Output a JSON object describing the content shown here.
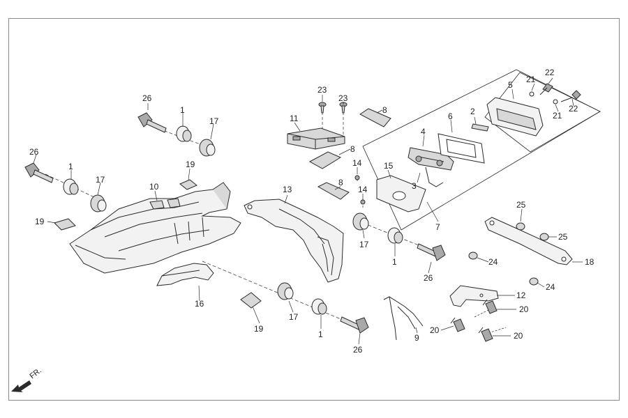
{
  "direction_label": "FR.",
  "callouts": [
    "26",
    "1",
    "17",
    "26",
    "1",
    "17",
    "10",
    "19",
    "19",
    "16",
    "13",
    "11",
    "23",
    "23",
    "8",
    "8",
    "14",
    "8",
    "14",
    "17",
    "15",
    "4",
    "3",
    "6",
    "2",
    "5",
    "21",
    "22",
    "21",
    "22",
    "7",
    "1",
    "26",
    "25",
    "25",
    "18",
    "24",
    "24",
    "12",
    "20",
    "20",
    "20",
    "9",
    "19",
    "17",
    "1",
    "26"
  ],
  "colors": {
    "line": "#2a2a2a",
    "fill_light": "#f2f2f2",
    "fill_mid": "#d8d8d8",
    "fill_dark": "#a9a9a9",
    "frame": "#8a8a8a"
  }
}
